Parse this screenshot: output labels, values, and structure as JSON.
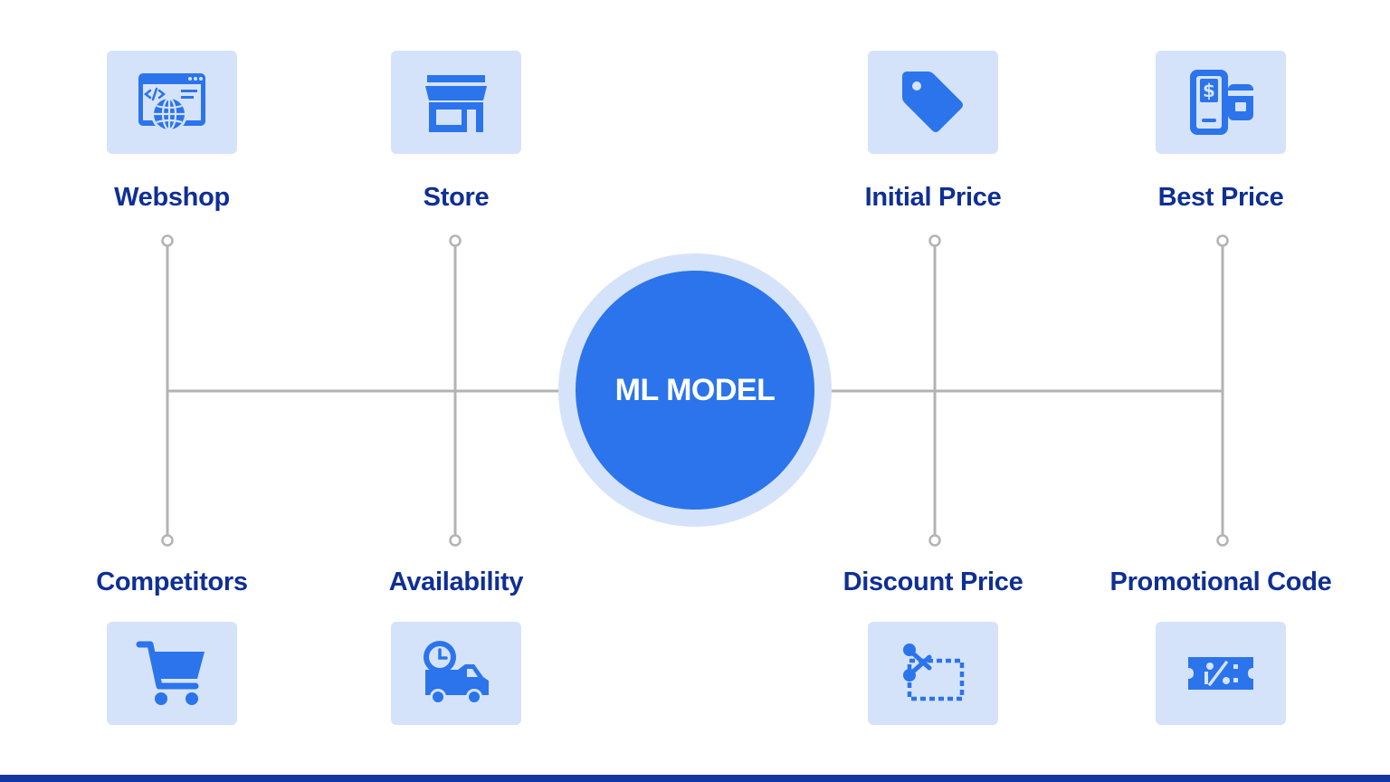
{
  "hub": {
    "label": "ML MODEL"
  },
  "inputs": {
    "top": [
      {
        "label": "Webshop",
        "icon": "webshop-code-globe-icon"
      },
      {
        "label": "Store",
        "icon": "storefront-icon"
      }
    ],
    "bottom": [
      {
        "label": "Competitors",
        "icon": "shopping-cart-icon"
      },
      {
        "label": "Availability",
        "icon": "delivery-truck-clock-icon"
      }
    ]
  },
  "outputs": {
    "top": [
      {
        "label": "Initial Price",
        "icon": "price-tag-icon"
      },
      {
        "label": "Best Price",
        "icon": "mobile-payment-icon"
      }
    ],
    "bottom": [
      {
        "label": "Discount Price",
        "icon": "coupon-scissors-icon"
      },
      {
        "label": "Promotional Code",
        "icon": "promo-ticket-icon"
      }
    ]
  },
  "colors": {
    "accent": "#2b74eb",
    "tile_bg": "#d5e3fa",
    "label_text": "#0f2f93",
    "connector": "#b3b3b3",
    "footer_bar": "#1337a0"
  }
}
